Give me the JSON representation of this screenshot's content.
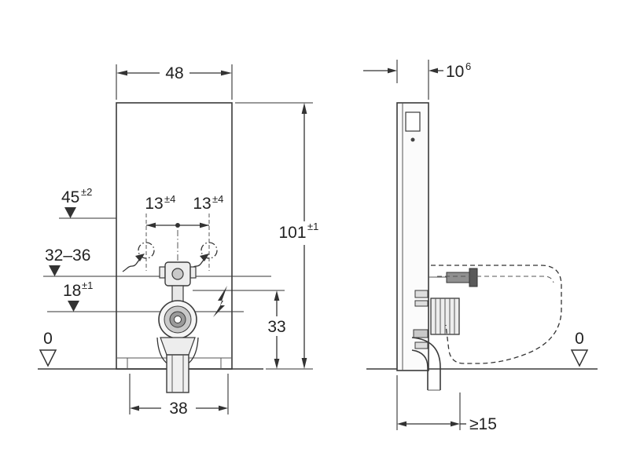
{
  "front_view": {
    "width": {
      "value": "48"
    },
    "height": {
      "value": "101",
      "tol": "±1"
    },
    "supply_height": {
      "value": "45",
      "tol": "±2"
    },
    "outlet_height_range": {
      "value": "32–36"
    },
    "outlet_connector_height": {
      "value": "18",
      "tol": "±1"
    },
    "supply_offset_left": {
      "value": "13",
      "tol": "±4"
    },
    "supply_offset_right": {
      "value": "13",
      "tol": "±4"
    },
    "outlet_height": {
      "value": "33"
    },
    "base_width": {
      "value": "38"
    },
    "floor_datum": {
      "value": "0"
    }
  },
  "side_view": {
    "depth": {
      "value": "10",
      "sup": "6"
    },
    "min_wall_distance": {
      "value": "≥15"
    },
    "floor_datum": {
      "value": "0"
    }
  },
  "colors": {
    "drawing_line": "#3a3a3a",
    "dimension_line": "#333333",
    "background": "#ffffff"
  }
}
